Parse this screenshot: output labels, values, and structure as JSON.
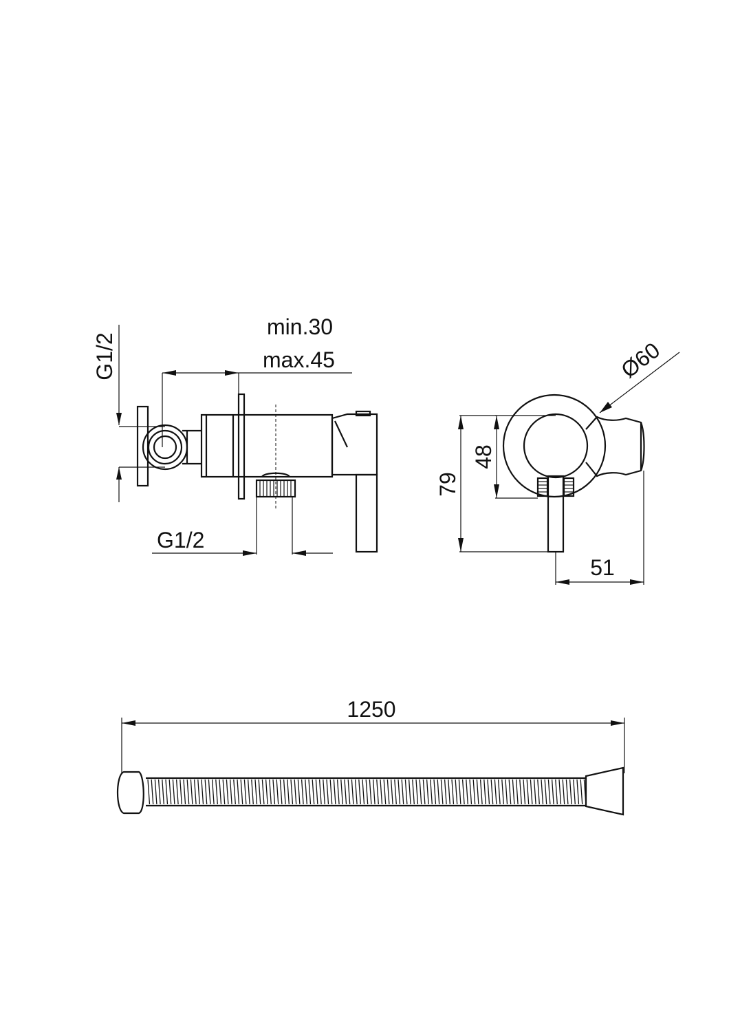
{
  "side_view": {
    "inlet_thread_left": "G1/2",
    "depth_min": "min.30",
    "depth_max": "max.45",
    "outlet_thread_bottom": "G1/2"
  },
  "front_view": {
    "diameter": "Ø60",
    "height_inner": "48",
    "height_total": "79",
    "width_handle": "51"
  },
  "hose_view": {
    "length": "1250"
  }
}
